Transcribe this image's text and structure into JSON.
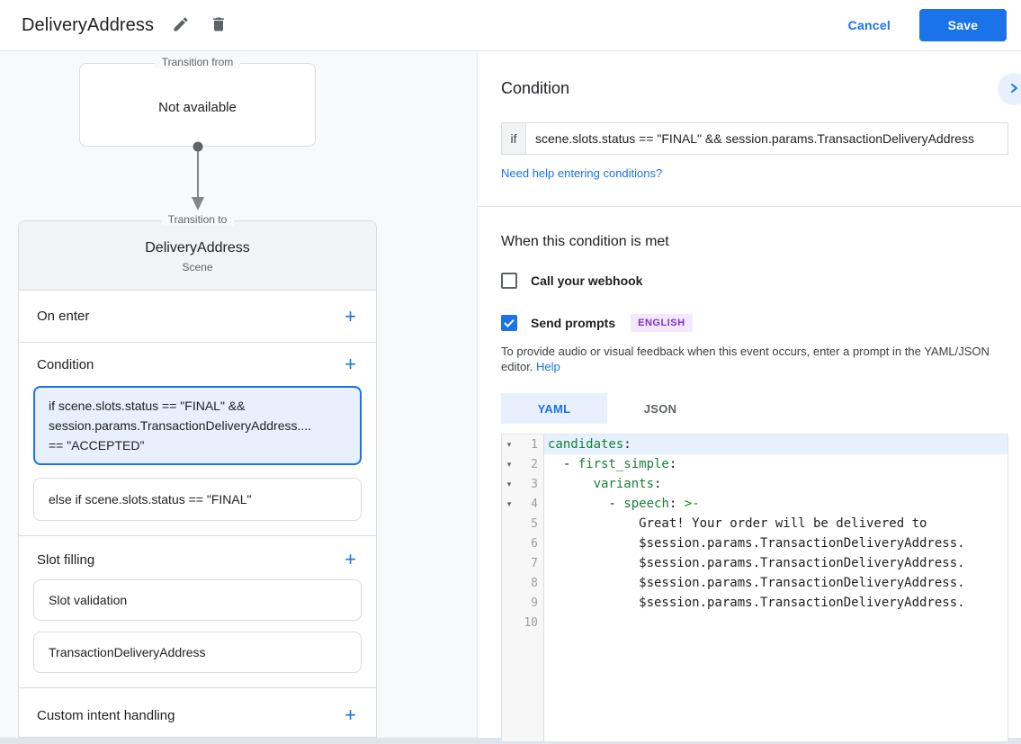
{
  "colors": {
    "accent": "#1a73e8",
    "code_key_green": "#188038",
    "badge_bg": "#f3e8fd",
    "badge_text": "#8430ce",
    "selected_card_bg": "#e8f0fe"
  },
  "header": {
    "title": "DeliveryAddress",
    "cancel": "Cancel",
    "save": "Save"
  },
  "diagram": {
    "from_legend": "Transition from",
    "from_value": "Not available",
    "to_legend": "Transition to",
    "scene_name": "DeliveryAddress",
    "scene_subtitle": "Scene"
  },
  "scene": {
    "add_icon": "+",
    "on_enter_label": "On enter",
    "condition_label": "Condition",
    "condition_cards": [
      {
        "text": "if scene.slots.status == \"FINAL\" &&\nsession.params.TransactionDeliveryAddress....\n== \"ACCEPTED\"",
        "selected": true
      },
      {
        "text": "else if scene.slots.status == \"FINAL\"",
        "selected": false
      }
    ],
    "slot_filling_label": "Slot filling",
    "slot_cards": [
      {
        "text": "Slot validation"
      },
      {
        "text": "TransactionDeliveryAddress"
      }
    ],
    "custom_intent_label": "Custom intent handling"
  },
  "condition_panel": {
    "title": "Condition",
    "if_label": "if",
    "expression": "scene.slots.status == \"FINAL\" && session.params.TransactionDeliveryAddress",
    "help_link": "Need help entering conditions?"
  },
  "met_panel": {
    "title": "When this condition is met",
    "webhook": {
      "label": "Call your webhook",
      "checked": false
    },
    "send_prompts": {
      "label": "Send prompts",
      "checked": true,
      "badge": "ENGLISH"
    },
    "description": "To provide audio or visual feedback when this event occurs, enter a prompt in the YAML/JSON editor.",
    "help_label": "Help"
  },
  "editor": {
    "tabs": [
      {
        "label": "YAML",
        "active": true
      },
      {
        "label": "JSON",
        "active": false
      }
    ],
    "fold_icon": "▾",
    "lines": [
      {
        "n": 1,
        "fold": true,
        "highlight": true,
        "tokens": [
          [
            "k",
            "candidates"
          ],
          [
            "p",
            ":"
          ]
        ]
      },
      {
        "n": 2,
        "fold": true,
        "tokens": [
          [
            "p",
            "  - "
          ],
          [
            "k",
            "first_simple"
          ],
          [
            "p",
            ":"
          ]
        ]
      },
      {
        "n": 3,
        "fold": true,
        "tokens": [
          [
            "p",
            "      "
          ],
          [
            "k",
            "variants"
          ],
          [
            "p",
            ":"
          ]
        ]
      },
      {
        "n": 4,
        "fold": true,
        "tokens": [
          [
            "p",
            "        - "
          ],
          [
            "k",
            "speech"
          ],
          [
            "p",
            ":"
          ],
          [
            "k",
            " >-"
          ]
        ]
      },
      {
        "n": 5,
        "tokens": [
          [
            "p",
            "            Great! Your order will be delivered to"
          ]
        ]
      },
      {
        "n": 6,
        "tokens": [
          [
            "p",
            "            $session.params.TransactionDeliveryAddress."
          ]
        ]
      },
      {
        "n": 7,
        "tokens": [
          [
            "p",
            "            $session.params.TransactionDeliveryAddress."
          ]
        ]
      },
      {
        "n": 8,
        "tokens": [
          [
            "p",
            "            $session.params.TransactionDeliveryAddress."
          ]
        ]
      },
      {
        "n": 9,
        "tokens": [
          [
            "p",
            "            $session.params.TransactionDeliveryAddress."
          ]
        ]
      },
      {
        "n": 10,
        "tokens": []
      }
    ]
  }
}
